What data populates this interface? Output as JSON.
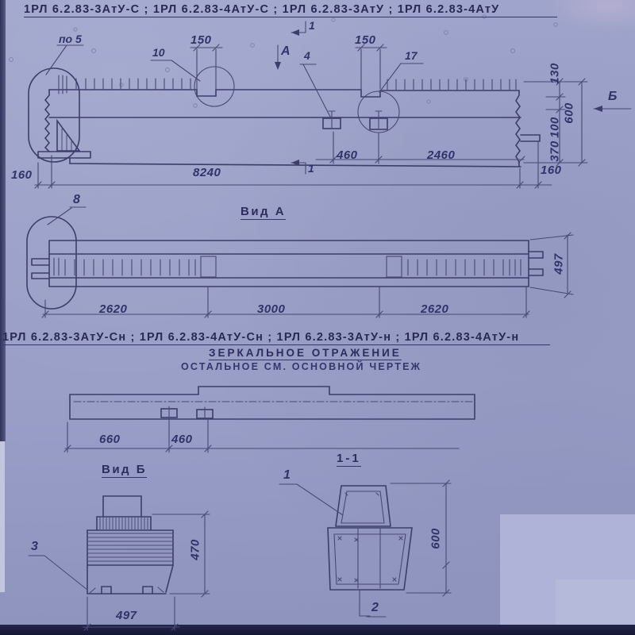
{
  "titles": {
    "top": "1РЛ 6.2.83-3АтУ-С ;  1РЛ 6.2.83-4АтУ-С ;  1РЛ 6.2.83-3АтУ ;  1РЛ 6.2.83-4АтУ",
    "mirror": "1РЛ 6.2.83-3АтУ-Сн ;  1РЛ 6.2.83-4АтУ-Сн ;  1РЛ 6.2.83-3АтУ-н ;  1РЛ 6.2.83-4АтУ-н",
    "note1": "ЗЕРКАЛЬНОЕ  ОТРАЖЕНИЕ",
    "note2": "ОСТАЛЬНОЕ  СМ.  ОСНОВНОЙ  ЧЕРТЕЖ"
  },
  "views": {
    "view_a": "Вид А",
    "view_b": "Вид Б",
    "section_1_1": "1-1"
  },
  "markers": {
    "arrow_a": "A",
    "arrow_b": "Б",
    "cut_top": "1",
    "cut_bottom": "1"
  },
  "parts": {
    "po5": "по 5",
    "n10": "10",
    "n17": "17",
    "n4": "4",
    "n8": "8",
    "n3": "3",
    "n1": "1",
    "n2": "2"
  },
  "dims_main": {
    "d150_left": "150",
    "d150_right": "150",
    "d460": "460",
    "d2460": "2460",
    "d8240": "8240",
    "d160_left": "160",
    "d160_right": "160",
    "d130": "130",
    "d100": "100",
    "d370": "370",
    "d600": "600"
  },
  "dims_view_a": {
    "d2620_left": "2620",
    "d3000": "3000",
    "d2620_right": "2620",
    "d497": "497"
  },
  "dims_mirror": {
    "d660": "660",
    "d460": "460"
  },
  "dims_view_b": {
    "d470": "470",
    "d497": "497"
  },
  "dims_section": {
    "d600": "600"
  },
  "colors": {
    "paper": "#9aa0c8",
    "ink": "#3b3e6a",
    "ink_dark": "#272a55"
  }
}
